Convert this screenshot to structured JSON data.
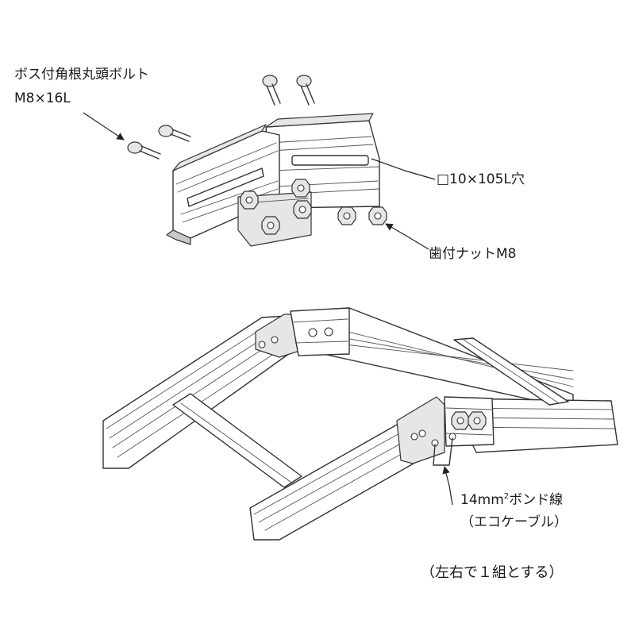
{
  "labels": {
    "bolt_name": "ボス付角根丸頭ボルト",
    "bolt_size": "M8×16L",
    "slot_hole": "□10×105L穴",
    "nut": "歯付ナットM8",
    "bond_wire_main": "14mm",
    "bond_wire_sup": "2",
    "bond_wire_rest": "ボンド線",
    "bond_wire_type": "（エコケーブル）",
    "note": "（左右で１組とする）"
  }
}
